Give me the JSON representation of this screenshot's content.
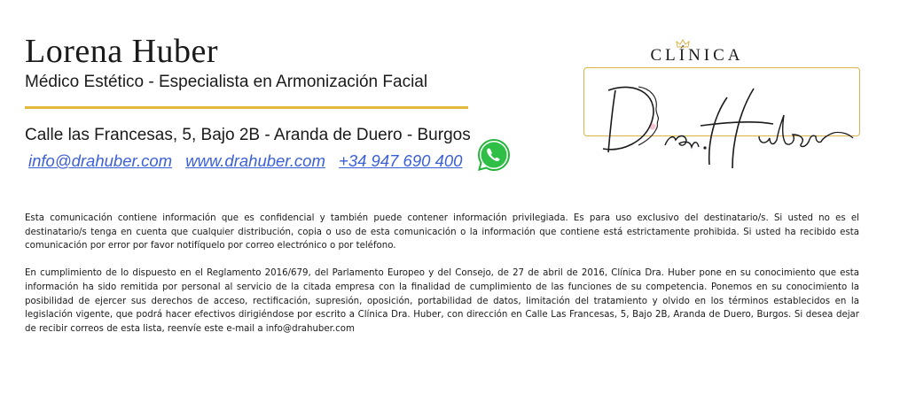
{
  "signature": {
    "name": "Lorena Huber",
    "role": "Médico Estético - Especialista en Armonización Facial",
    "address": "Calle las Francesas, 5, Bajo 2B - Aranda de Duero - Burgos",
    "email": "info@drahuber.com",
    "website": "www.drahuber.com",
    "phone": "+34 947 690 400",
    "whatsapp_icon": "whatsapp-icon",
    "accent_color": "#e2b93b",
    "link_color": "#3b5fd9"
  },
  "logo": {
    "top_text": "Clínica",
    "script_text": "Dra.Huber",
    "frame_color": "#d8b44a"
  },
  "disclaimer": {
    "confidentiality": "Esta comunicación contiene información que es confidencial y también puede contener información privilegiada. Es para uso exclusivo del destinatario/s. Si usted no es el destinatario/s tenga en cuenta que cualquier distribución, copia o uso de esta comunicación o la información que contiene está estrictamente prohibida. Si usted ha recibido esta comunicación por error por favor notifíquelo por correo electrónico o por teléfono.",
    "gdpr": "En cumplimiento de lo dispuesto en el Reglamento 2016/679, del Parlamento Europeo y del Consejo, de 27 de abril de 2016, Clínica Dra. Huber pone en su conocimiento que esta información ha sido remitida por personal al servicio de la citada empresa con la finalidad de cumplimiento de las funciones de su competencia. Ponemos en su conocimiento la posibilidad de ejercer sus derechos de acceso, rectificación, supresión, oposición, portabilidad de datos, limitación del tratamiento y olvido en los términos establecidos en la legislación vigente, que podrá hacer efectivos dirigiéndose por escrito a Clínica Dra. Huber, con dirección en Calle Las Francesas, 5, Bajo 2B, Aranda de Duero, Burgos. Si desea dejar de recibir correos de esta lista, reenvíe este e-mail a info@drahuber.com"
  }
}
